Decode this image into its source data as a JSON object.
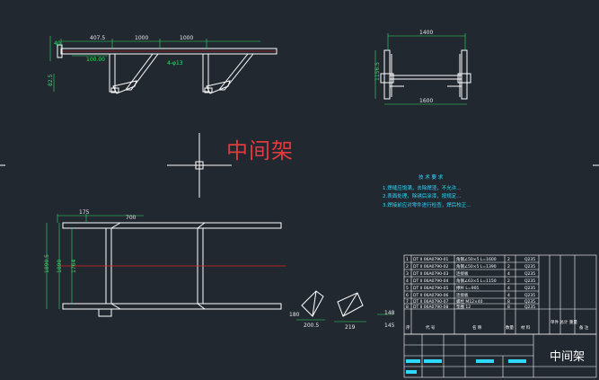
{
  "drawing": {
    "title": "中间架",
    "titleblock_name": "中间架"
  },
  "front_view": {
    "dims_top": [
      "407.5",
      "1000",
      "1000"
    ],
    "dims_misc": [
      "40",
      "100.00",
      "4-φ13"
    ],
    "dims_left": [
      "82.5"
    ]
  },
  "side_view": {
    "dim_top": "1400",
    "dim_bottom": "1600",
    "dim_left": "1156.5"
  },
  "plan_view": {
    "dims_top": [
      "175",
      "700"
    ],
    "dims_left": [
      "1890.5",
      "1890",
      "1764"
    ]
  },
  "detail_views": {
    "dims": [
      "180",
      "200.5",
      "219",
      "148",
      "145"
    ]
  },
  "tech_notes": {
    "heading": "技 术 要 求",
    "lines": [
      "1.焊缝应饱满，去除焊渣，不允许...",
      "2.表面处理，除锈后涂漆，按规定...",
      "3.焊接前应对零件进行检查，焊后校正..."
    ]
  },
  "bom": {
    "columns": [
      "序",
      "代 号",
      "名 称",
      "数量",
      "材 料",
      "单件 总计 重量",
      "备 注"
    ],
    "rows": [
      [
        "1",
        "DT II 06A0790-01",
        "角钢∠50×5 L=1600",
        "2",
        "Q235"
      ],
      [
        "2",
        "DT II 06A0790-02",
        "角钢∠50×5 L=1390",
        "2",
        "Q235"
      ],
      [
        "3",
        "DT II 06A0790-03",
        "连接板",
        "4",
        "Q235"
      ],
      [
        "4",
        "DT II 06A0790-04",
        "角钢∠63×5 L=1150",
        "2",
        "Q235"
      ],
      [
        "5",
        "DT II 06A0790-05",
        "撑杆 L=905",
        "4",
        "Q235"
      ],
      [
        "6",
        "DT II 06A0790-06",
        "连接板",
        "4",
        "Q235"
      ],
      [
        "7",
        "DT II 06A0790-07",
        "螺栓 M12×40",
        "8",
        "Q235"
      ],
      [
        "8",
        "DT II 06A0790-08",
        "垫圈 12",
        "8",
        "Q235"
      ]
    ]
  },
  "colors": {
    "background": "#212830",
    "geometry": "#ffffff",
    "dimension": "#2fe06a",
    "centerline": "#e02020",
    "notes": "#2fd8ff",
    "title": "#e23b3b"
  }
}
